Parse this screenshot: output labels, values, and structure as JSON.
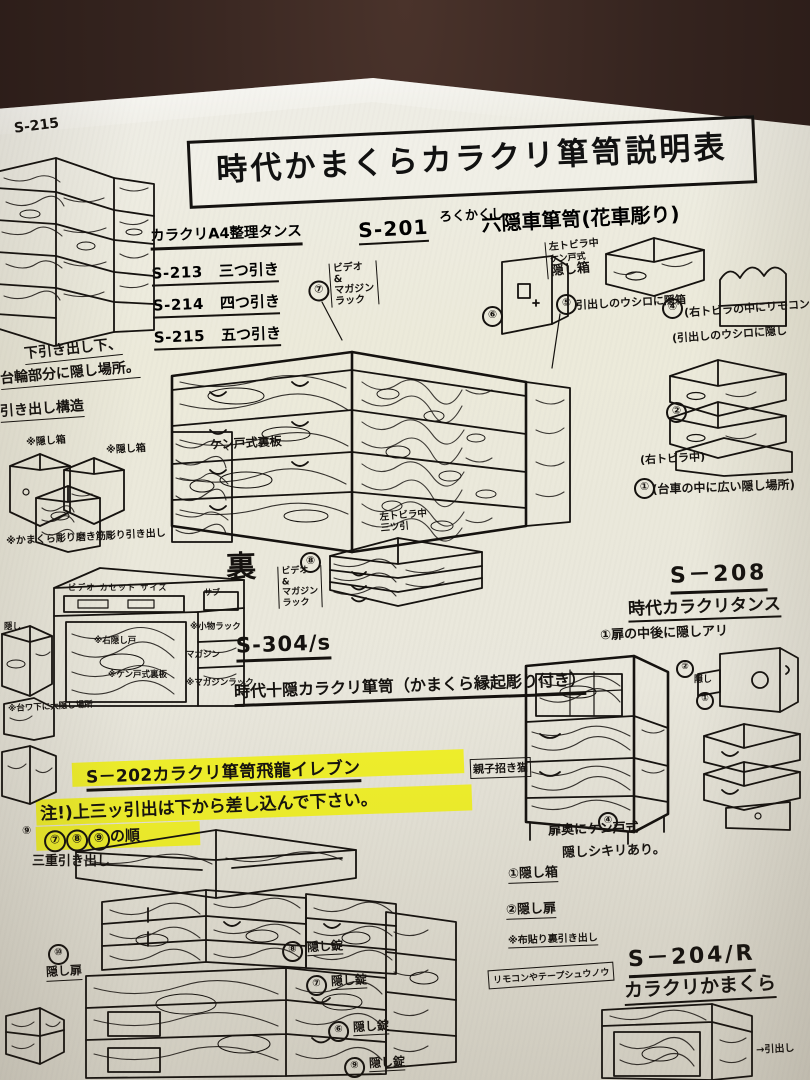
{
  "document": {
    "title": "時代かまくらカラクリ箪笥説明表",
    "kind": "hand-drawn Japanese furniture instruction sheet (photographed)",
    "background_color": "#2e1f1c",
    "paper_color": "#eceada",
    "ink_color": "#15120f",
    "highlight_color": "#f1f12b"
  },
  "products": {
    "s201": {
      "code": "S-201",
      "name": "六隠車箪笥",
      "suffix": "(花車彫り)",
      "ruby": "ろくかくし"
    },
    "s304": {
      "code": "S-304/s",
      "name": "時代十隠カラクリ箪笥（かまくら縁起彫り付き）"
    },
    "s202": {
      "code": "S－202",
      "name": "カラクリ箪笥飛龍イレブン",
      "side_note": "親子招き猫",
      "caution": "注!)上三ッ引出は下から差し込んで下さい。",
      "order_note": "の順",
      "order_numbers": [
        "⑦",
        "⑧",
        "⑨"
      ],
      "bottom_note": "三重引き出し"
    },
    "s208": {
      "code": "S－208",
      "name": "時代カラクリタンス",
      "note1": "①扉の中後に隠しアリ",
      "note2": "扉奥にケン戸式",
      "note3": "隠しシキリあり。",
      "list": [
        "①隠し箱",
        "②隠し扉"
      ],
      "fabric_note": "※布貼り裏引き出し"
    },
    "s204": {
      "code": "S－204/R",
      "name": "カラクリかまくら"
    }
  },
  "catalog": {
    "header": "カラクリA4整理タンス",
    "rows": [
      {
        "code": "S-213",
        "label": "三つ引き"
      },
      {
        "code": "S-214",
        "label": "四つ引き"
      },
      {
        "code": "S-215",
        "label": "五つ引き"
      }
    ]
  },
  "left_notes": {
    "top_label": "S-215",
    "line1": "下引き出し下、",
    "line2": "台輪部分に隠し場所。",
    "line3": "引き出し構造",
    "hidden_box_1": "※隠し箱",
    "hidden_box_2": "※隠し箱",
    "carving_note": "※かまくら彫り磨き筋彫り引き出し",
    "back_label": "裏"
  },
  "interior_labels": {
    "video_size": "ビデオ カセット サイズ",
    "sub": "サブ",
    "small_rack": "※小物ラック",
    "right_hidden_door": "※右隠し戸",
    "magazine": "マガジン",
    "magazine_rack": "※マガジンラック",
    "ken_back_panel": "※ケン戸式裏板",
    "base_hidden": "※台ワ下に大隠し場所",
    "ken_back_panel_main": "ケン戸式裏板"
  },
  "callouts": [
    {
      "num": "⑦",
      "text": "ビデオ\n&\nマガジン\nラック"
    },
    {
      "num": "⑧",
      "text": "ビデオ\n&\nマガジン\nラック"
    },
    {
      "num": "⑥",
      "text": "左トビラ中\nケン戸式\n隠し箱"
    },
    {
      "num": "⑤",
      "text": "引出しのウシロに隠箱"
    },
    {
      "num": "④",
      "text": "(右トビラの中にリモコン"
    },
    {
      "num": "④b",
      "text": "(引出しのウシロに隠し"
    },
    {
      "num": "②",
      "text": "(右トビラ中)"
    },
    {
      "num": "①",
      "text": "(台車の中に広い隠し場所)"
    },
    {
      "num": "⑧b",
      "text": "左トビラ中\n三ツ引"
    }
  ],
  "bottom_locks": [
    {
      "num": "⑩",
      "label": "隠し扉"
    },
    {
      "num": "⑧",
      "label": "隠し錠"
    },
    {
      "num": "⑦",
      "label": "隠し錠"
    },
    {
      "num": "⑥",
      "label": "隠し錠"
    },
    {
      "num": "⑨",
      "label": "隠し錠"
    }
  ],
  "misc": {
    "remote_box": "リモコンやテープシュウノウ",
    "drawer_arrow": "→引出し",
    "lower_left_hidden": "隠し"
  }
}
